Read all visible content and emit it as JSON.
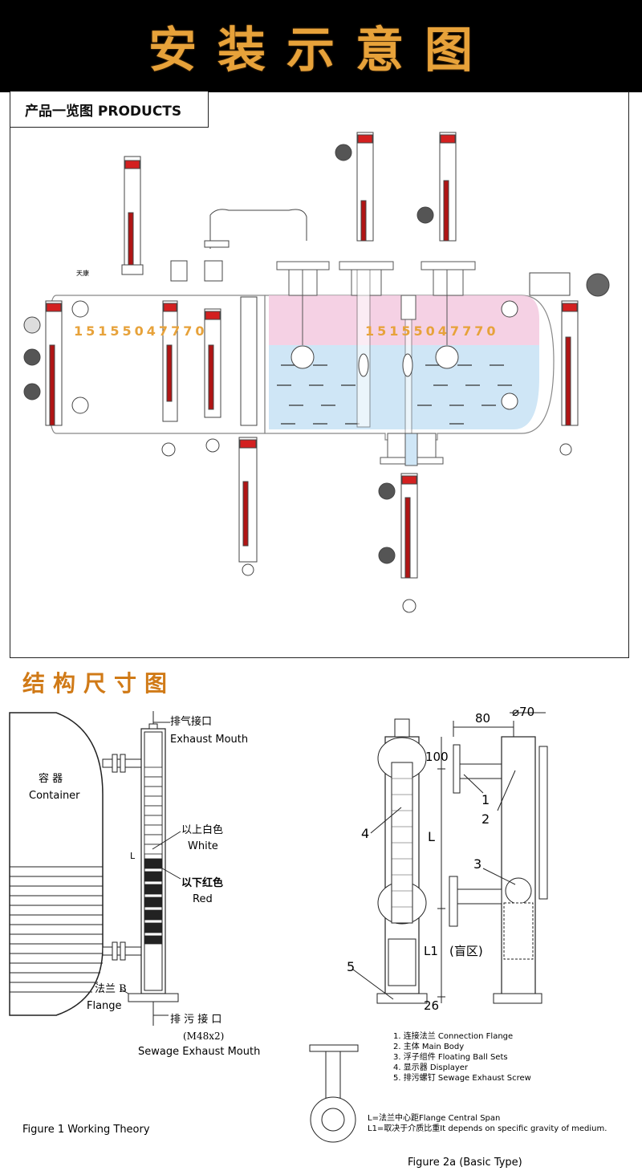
{
  "header": {
    "title": "安装示意图"
  },
  "products": {
    "tab_label": "产品一览图 PRODUCTS",
    "brand": "天康",
    "phone_watermark": "15155047770"
  },
  "section2": {
    "title": "结构尺寸图"
  },
  "figure1": {
    "caption": "Figure 1 Working Theory",
    "exhaust_cn": "排气接口",
    "exhaust_en": "Exhaust Mouth",
    "container_cn": "容 器",
    "container_en": "Container",
    "white_cn": "以上白色",
    "white_en": "White",
    "red_cn": "以下红色",
    "red_en": "Red",
    "flange_cn": "法兰 B",
    "flange_en": "Flange",
    "sewage_cn": "排 污 接 口",
    "sewage_size": "(M48x2)",
    "sewage_en": "Sewage Exhaust Mouth",
    "l_mark": "L"
  },
  "figure2": {
    "caption": "Figure 2a (Basic Type)",
    "dim_80": "80",
    "dim_70": "⌀70",
    "dim_100": "100",
    "dim_L": "L",
    "dim_L1": "L1",
    "blind_zone": "(盲区)",
    "dim_26": "26",
    "n1": "1",
    "n2": "2",
    "n3": "3",
    "n4": "4",
    "n5": "5",
    "legend": [
      "1. 连接法兰  Connection Flange",
      "2. 主体  Main Body",
      "3. 浮子组件  Floating Ball Sets",
      "4. 显示器  Displayer",
      "5. 排污螺钉  Sewage Exhaust Screw"
    ],
    "note_L": "L=法兰中心距Flange Central Span",
    "note_L1": "L1=取决于介质比重It depends on specific gravity of medium."
  }
}
